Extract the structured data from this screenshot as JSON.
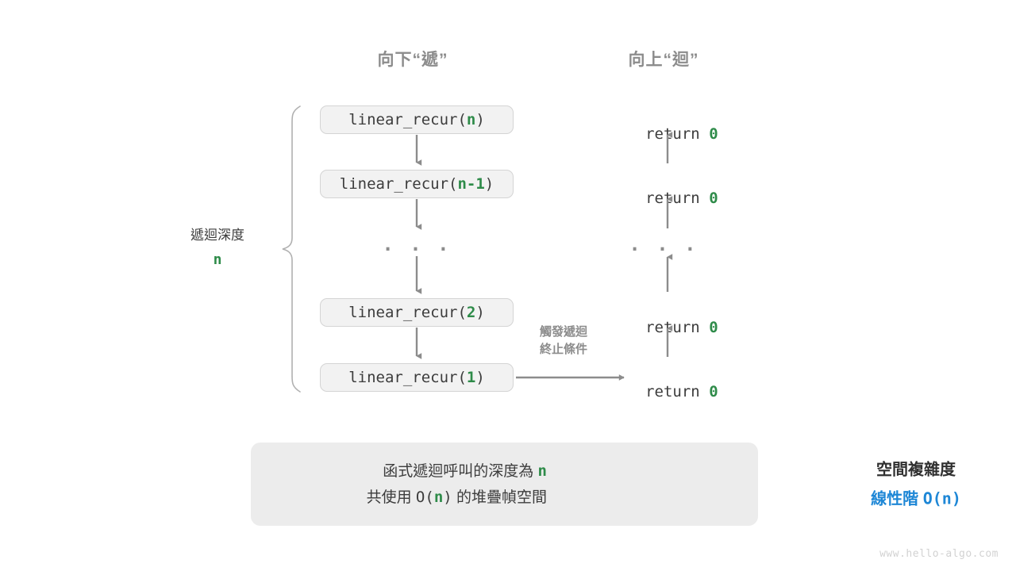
{
  "headings": {
    "down": "向下“遞”",
    "up": "向上“迴”"
  },
  "depth_bracket": {
    "label": "遞迴深度",
    "value": "n"
  },
  "call_stack": [
    {
      "prefix": "linear_recur(",
      "arg": "n",
      "suffix": ")"
    },
    {
      "prefix": "linear_recur(",
      "arg": "n-1",
      "suffix": ")"
    },
    {
      "prefix": "linear_recur(",
      "arg": "2",
      "suffix": ")"
    },
    {
      "prefix": "linear_recur(",
      "arg": "1",
      "suffix": ")"
    }
  ],
  "call_ellipsis": "· · ·",
  "returns": [
    {
      "keyword": "return ",
      "value": "0"
    },
    {
      "keyword": "return ",
      "value": "0"
    },
    {
      "keyword": "return ",
      "value": "0"
    },
    {
      "keyword": "return ",
      "value": "0"
    }
  ],
  "return_ellipsis": "· · ·",
  "side_note": {
    "line1": "觸發遞迴",
    "line2": "終止條件"
  },
  "summary": {
    "left_line1_a": "函式遞迴呼叫的深度為 ",
    "left_line1_n": "n",
    "left_line2_a": "共使用 ",
    "left_line2_o": "O(",
    "left_line2_n": "n",
    "left_line2_b": ")",
    "left_line2_c": " 的堆疊幀空間",
    "arrow": "arrow-right",
    "right_title": "空間複雜度",
    "right_value_label": "線性階 ",
    "right_value_big_o": "O(n)"
  },
  "watermark": "www.hello-algo.com",
  "colors": {
    "accent_green": "#2e8b49",
    "accent_blue": "#1e87d6",
    "box_fill": "#f2f2f2",
    "box_border": "#d4d4d4",
    "panel_fill": "#ececec",
    "arrow_gray": "#8c8c8c",
    "text_dark": "#3c3c3c",
    "heading_gray": "#8c8c8c"
  }
}
